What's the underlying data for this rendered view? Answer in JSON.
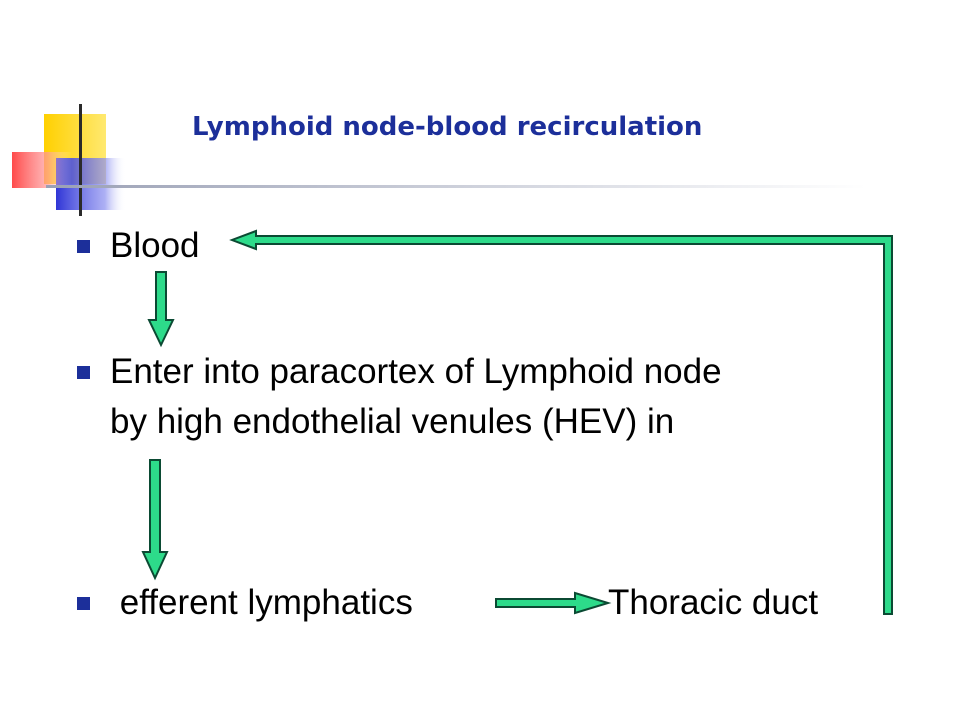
{
  "title": "Lymphoid node-blood recirculation",
  "bullets": [
    {
      "lines": [
        "Blood"
      ]
    },
    {
      "lines": [
        "Enter into paracortex of  Lymphoid node",
        "by high endothelial venules  (HEV)  in"
      ]
    },
    {
      "lines": [
        " efferent lymphatics",
        "Thoracic duct"
      ]
    }
  ],
  "colors": {
    "title": "#1c2f9a",
    "bullet": "#1c2f9a",
    "arrow_fill": "#2ddb8a",
    "arrow_stroke": "#0b4a33",
    "deco_yellow": "#ffd000",
    "deco_red": "#ff5f5f",
    "deco_blue": "#3a3fd9"
  }
}
